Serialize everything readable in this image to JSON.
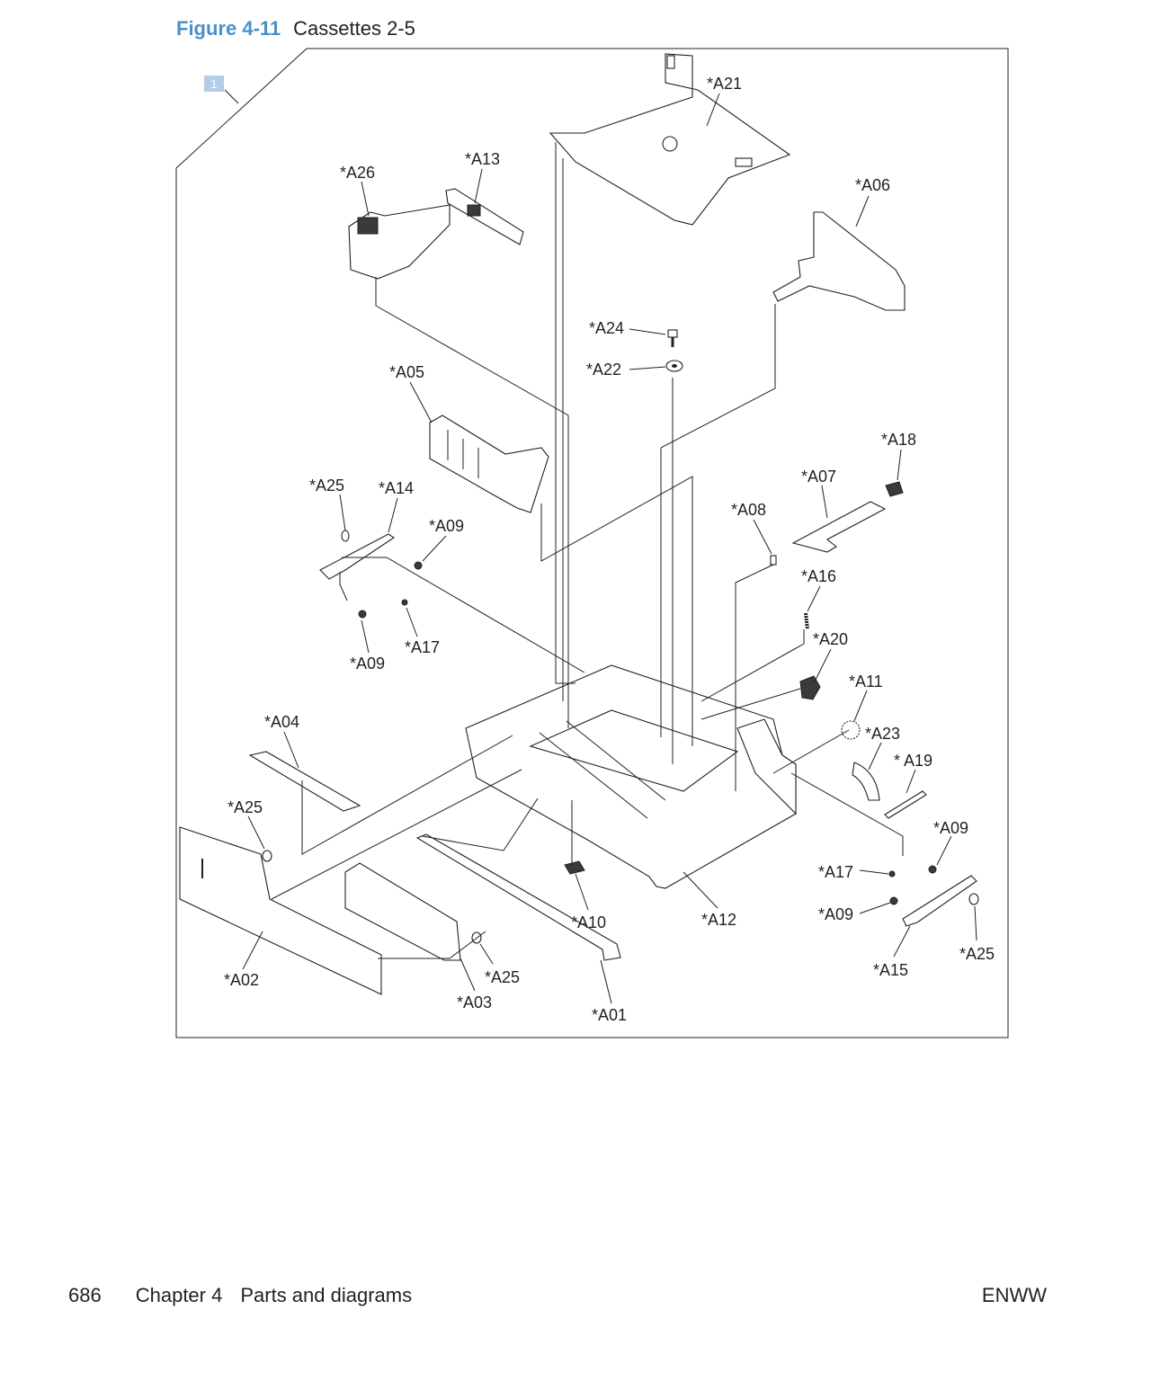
{
  "figure": {
    "label": "Figure 4-11",
    "title": "Cassettes 2-5"
  },
  "assembly_badge": "1",
  "callouts": {
    "A01": "*A01",
    "A02": "*A02",
    "A03": "*A03",
    "A04": "*A04",
    "A05": "*A05",
    "A06": "*A06",
    "A07": "*A07",
    "A08": "*A08",
    "A09": "*A09",
    "A10": "*A10",
    "A11": "*A11",
    "A12": "*A12",
    "A13": "*A13",
    "A14": "*A14",
    "A15": "*A15",
    "A16": "*A16",
    "A17": "*A17",
    "A18": "*A18",
    "A19": "* A19",
    "A20": "*A20",
    "A21": "*A21",
    "A22": "*A22",
    "A23": "*A23",
    "A24": "*A24",
    "A25": "*A25",
    "A26": "*A26"
  },
  "footer": {
    "page_number": "686",
    "chapter": "Chapter 4",
    "section": "Parts and diagrams",
    "right": "ENWW"
  }
}
